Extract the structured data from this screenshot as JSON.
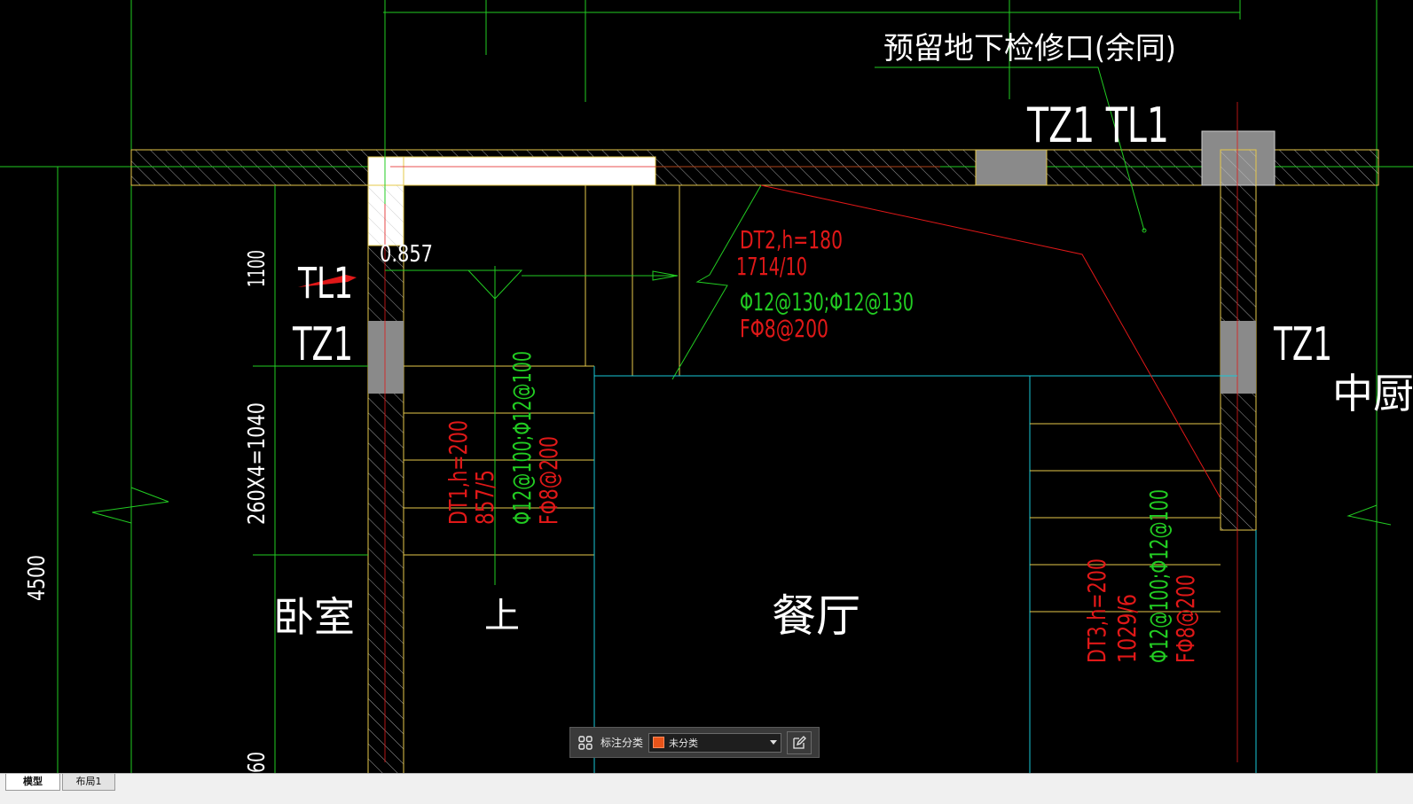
{
  "drawing": {
    "labels": {
      "access_note": "预留地下检修口(余同)",
      "tz1_tl1": "TZ1  TL1",
      "tl1_left": "TL1",
      "tz1_left": "TZ1",
      "tz1_right": "TZ1",
      "kitchen": "中厨",
      "elev": "0.857",
      "dt2_a": "DT2,h=180",
      "dt2_b": "1714/10",
      "dt2_c": "Φ12@130;Φ12@130",
      "dt2_d": "FΦ8@200",
      "dt1_a": "DT1,h=200",
      "dt1_b": "857/5",
      "dt1_c": "Φ12@100;Φ12@100",
      "dt1_d": "FΦ8@200",
      "dt3_a": "DT3,h=200",
      "dt3_b": "1029/6",
      "dt3_c": "Φ12@100;Φ12@100",
      "dt3_d": "FΦ8@200",
      "dim_1100": "1100",
      "dim_stair": "260X4=1040",
      "dim_4500": "4500",
      "dim_60": "60",
      "bedroom": "卧室",
      "up": "上",
      "dining": "餐厅"
    },
    "colors": {
      "yellow": "#e6c84a",
      "green": "#22cc22",
      "red": "#e01818",
      "cyan": "#18c8d8",
      "white": "#ffffff",
      "gray": "#8a8a8a"
    }
  },
  "toolbar": {
    "grid_icon": "grid-icon",
    "label": "标注分类",
    "selected": "未分类",
    "edit_icon": "edit-icon"
  },
  "tabs": [
    {
      "label": "模型",
      "active": true
    },
    {
      "label": "布局1",
      "active": false
    }
  ]
}
